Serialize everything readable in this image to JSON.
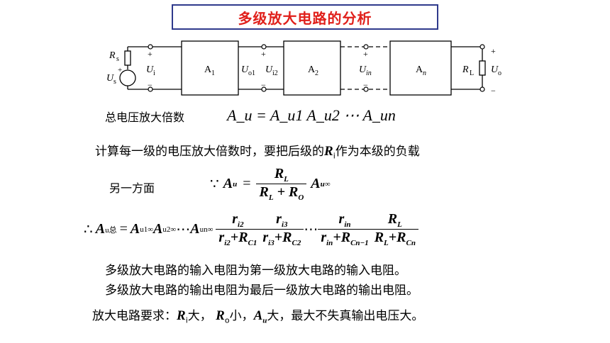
{
  "title": "多级放大电路的分析",
  "circuit": {
    "rs_label": "R",
    "rs_sub": "s",
    "us_label": "U",
    "us_sub": "s",
    "ui_label": "U",
    "ui_sub": "i",
    "a1_label": "A",
    "a1_sub": "1",
    "uo1_label": "U",
    "uo1_sub": "o1",
    "ui2_label": "U",
    "ui2_sub": "i2",
    "a2_label": "A",
    "a2_sub": "2",
    "uin_label": "U",
    "uin_sub": "in",
    "an_label": "A",
    "an_sub": "n",
    "rl_label": "R",
    "rl_sub": "L",
    "uo_label": "U",
    "uo_sub": "o",
    "plus": "+",
    "minus": "−"
  },
  "lines": {
    "total_gain_label": "总电压放大倍数",
    "total_gain_formula": "A_u = A_u1 A_u2 ⋯ A_un",
    "calc_note_before": "计算每一级的电压放大倍数时，要把后级的",
    "calc_note_ri": "R",
    "calc_note_ri_sub": "i",
    "calc_note_after": "作为本级的负载",
    "other_side_label": "另一方面",
    "input_resistance": "多级放大电路的输入电阻为第一级放大电路的输入电阻。",
    "output_resistance": "多级放大电路的输出电阻为最后一级放大电路的输出电阻。",
    "req_prefix": "放大电路要求：",
    "req_ri": "R",
    "req_ri_sub": "i",
    "req_big1": "大，",
    "req_ro": "R",
    "req_ro_sub": "o",
    "req_small": "小，",
    "req_au": "A",
    "req_au_sub": "u",
    "req_suffix": "大，最大不失真输出电压大。"
  },
  "formula2": {
    "because": "∵",
    "lhs": "A",
    "lhs_sub": "u",
    "eq": "=",
    "num": "R",
    "num_sub": "L",
    "den_a": "R",
    "den_a_sub": "L",
    "den_plus": "+",
    "den_b": "R",
    "den_b_sub": "O",
    "rhs": "A",
    "rhs_sub": "u∞"
  },
  "formula3": {
    "therefore": "∴",
    "lhs": "A",
    "lhs_sub": "u总",
    "eq": "=",
    "t1": "A",
    "t1_sub": "u1∞",
    "t2": "A",
    "t2_sub": "u2∞",
    "dots": "⋯",
    "t3": "A",
    "t3_sub": "un∞",
    "f1_num": "r",
    "f1_num_sub": "i2",
    "f1_den_a": "r",
    "f1_den_a_sub": "i2",
    "f1_den_b": "R",
    "f1_den_b_sub": "C1",
    "f2_num": "r",
    "f2_num_sub": "i3",
    "f2_den_a": "r",
    "f2_den_a_sub": "i3",
    "f2_den_b": "R",
    "f2_den_b_sub": "C2",
    "mid_dots": "⋯",
    "f3_num": "r",
    "f3_num_sub": "in",
    "f3_den_a": "r",
    "f3_den_a_sub": "in",
    "f3_den_b": "R",
    "f3_den_b_sub": "Cn−1",
    "f4_num": "R",
    "f4_num_sub": "L",
    "f4_den_a": "R",
    "f4_den_a_sub": "L",
    "f4_den_b": "R",
    "f4_den_b_sub": "Cn",
    "plus": "+"
  }
}
